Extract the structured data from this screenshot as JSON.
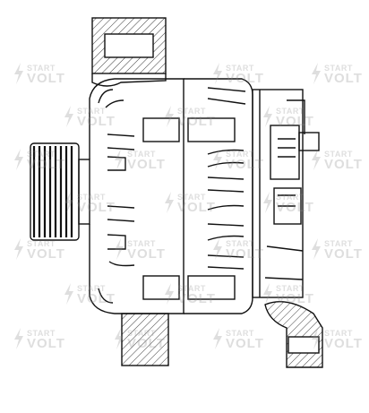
{
  "watermark": {
    "line1": "START",
    "line2": "VOLT"
  },
  "colors": {
    "stroke": "#111111",
    "watermark": "#8a8a8a",
    "background": "#ffffff"
  },
  "parts": [
    "upper-mount-ear",
    "pulley",
    "front-housing",
    "rear-housing",
    "regulator-assembly",
    "lower-mount-ear",
    "rear-mount-ear"
  ]
}
